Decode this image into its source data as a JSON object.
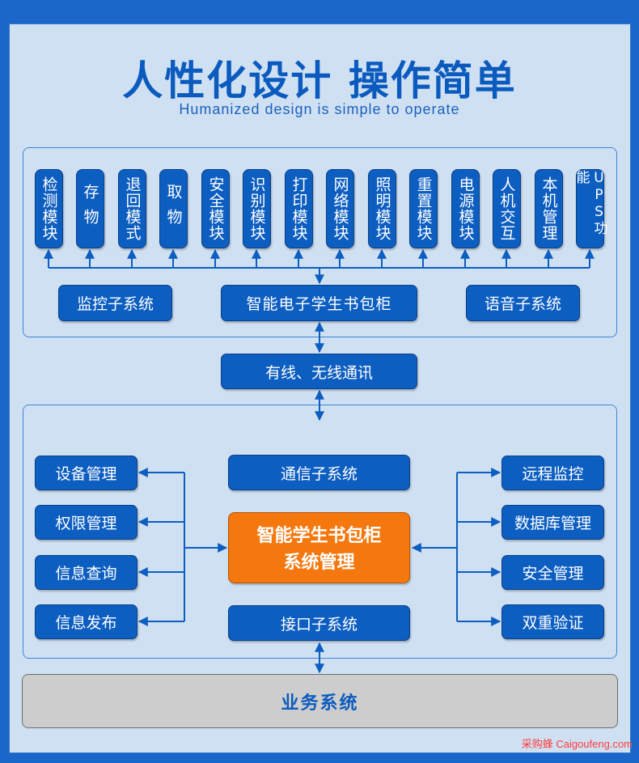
{
  "header": {
    "title": "人性化设计  操作简单",
    "subtitle": "Humanized design is simple to operate"
  },
  "top_modules": [
    "检测模块",
    "存物",
    "退回模式",
    "取物",
    "安全模块",
    "识别模块",
    "打印模块",
    "网络模块",
    "照明模块",
    "重置模块",
    "电源模块",
    "人机交互",
    "本机管理",
    "UPS功能"
  ],
  "top_row": {
    "left": "监控子系统",
    "center": "智能电子学生书包柜",
    "right": "语音子系统"
  },
  "comm": "有线、无线通讯",
  "middle": {
    "top": "通信子系统",
    "center_line1": "智能学生书包柜",
    "center_line2": "系统管理",
    "bottom": "接口子系统",
    "left_items": [
      "设备管理",
      "权限管理",
      "信息查询",
      "信息发布"
    ],
    "right_items": [
      "远程监控",
      "数据库管理",
      "安全管理",
      "双重验证"
    ]
  },
  "business": "业务系统",
  "watermark": "采购蜂 Caigoufeng.com"
}
